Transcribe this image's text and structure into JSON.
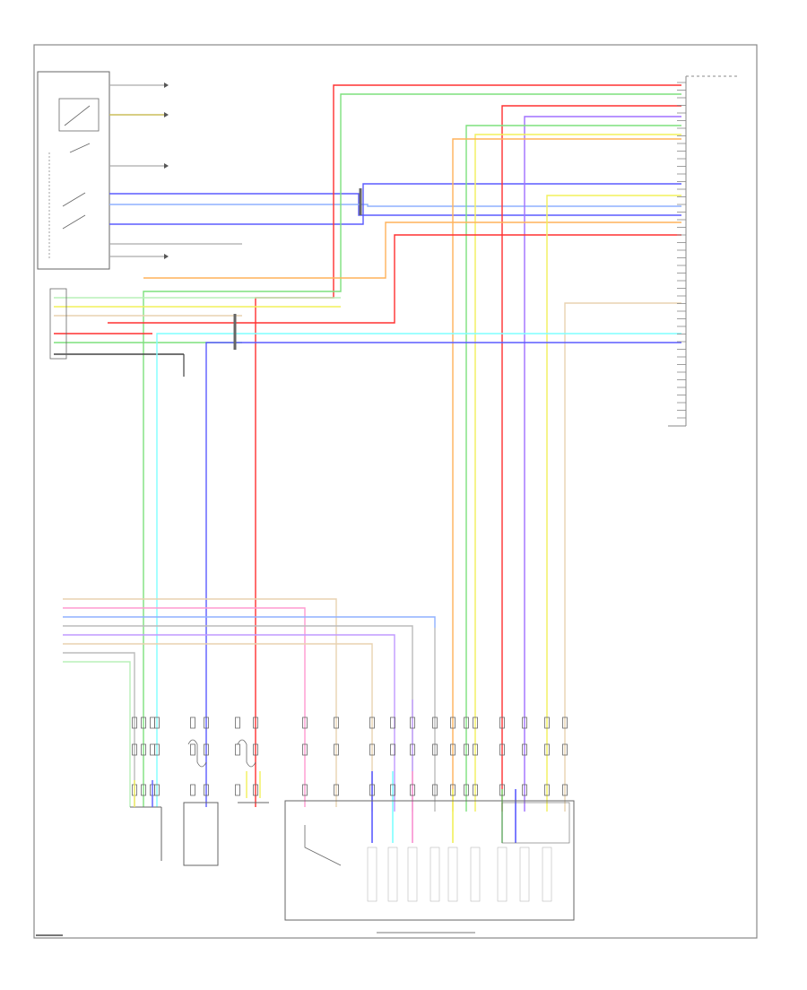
{
  "diagram": {
    "type": "wiring-schematic",
    "label_legibility": "illegible-at-source-resolution",
    "colors": {
      "red": "#ff3030",
      "green": "#7de07d",
      "light_green": "#b8f0b8",
      "yellow": "#f2f05a",
      "orange": "#ffb25a",
      "blue": "#5b5bff",
      "light_blue": "#8fb0ff",
      "cyan": "#7fffff",
      "violet": "#c09aff",
      "pink": "#ff9ad0",
      "gray": "#9a9a9a",
      "dark_gray": "#444444",
      "tan": "#e8d2b0",
      "frame": "#888888"
    },
    "components": [
      {
        "id": "range-switch",
        "kind": "switch-block"
      },
      {
        "id": "brake-switch",
        "kind": "switch-pair"
      },
      {
        "id": "transmission-control-module",
        "kind": "connector-block"
      },
      {
        "id": "left-sensor",
        "kind": "sensor"
      },
      {
        "id": "middle-sensor",
        "kind": "sensor"
      },
      {
        "id": "right-sensor",
        "kind": "sensor"
      },
      {
        "id": "transmission-assembly",
        "kind": "solenoid-block"
      }
    ]
  }
}
